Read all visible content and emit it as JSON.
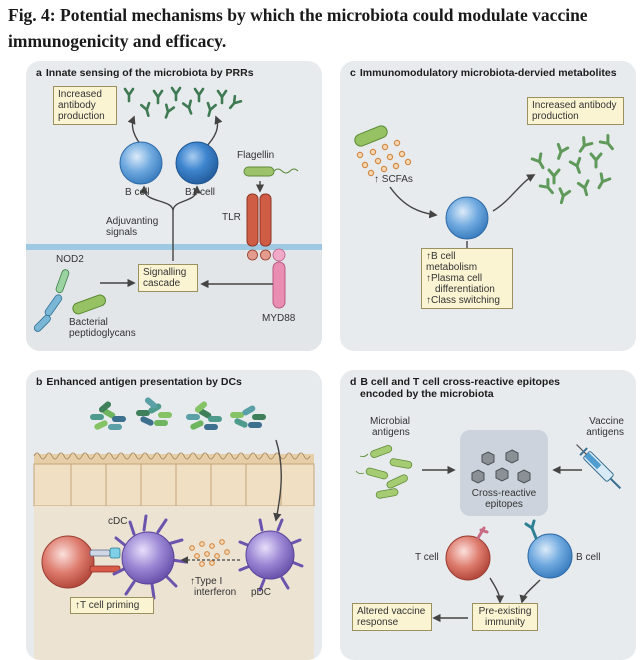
{
  "figure": {
    "title": "Fig. 4: Potential mechanisms by which the microbiota could modulate vaccine immunogenicity and efficacy."
  },
  "panel_a": {
    "letter": "a",
    "title": "Innate sensing of the microbiota by PRRs",
    "increased_antibody": [
      "Increased",
      "antibody",
      "production"
    ],
    "b_cell": "B cell",
    "b1_cell": "B1 cell",
    "flagellin": "Flagellin",
    "adjuvanting": [
      "Adjuvanting",
      "signals"
    ],
    "tlr": "TLR",
    "nod2": "NOD2",
    "signalling": [
      "Signalling",
      "cascade"
    ],
    "bacterial": [
      "Bacterial",
      "peptidoglycans"
    ],
    "myd88": "MYD88"
  },
  "panel_b": {
    "letter": "b",
    "title": "Enhanced antigen presentation by DCs",
    "cdc": "cDC",
    "type1": [
      "↑Type I",
      "interferon"
    ],
    "pdc": "pDC",
    "t_priming": "↑T cell priming"
  },
  "panel_c": {
    "letter": "c",
    "title": "Immunomodulatory microbiota-dervied metabolites",
    "increased_antibody": [
      "Increased antibody",
      "production"
    ],
    "scfas": "↑ SCFAs",
    "effects": [
      "↑B cell metabolism",
      "↑Plasma cell",
      "differentiation",
      "↑Class switching"
    ]
  },
  "panel_d": {
    "letter": "d",
    "title": [
      "B cell and T cell cross-reactive epitopes",
      "encoded by the microbiota"
    ],
    "microbial": [
      "Microbial",
      "antigens"
    ],
    "vaccine": [
      "Vaccine",
      "antigens"
    ],
    "cross": [
      "Cross-reactive",
      "epitopes"
    ],
    "t_cell": "T cell",
    "b_cell": "B cell",
    "altered": [
      "Altered vaccine",
      "response"
    ],
    "preexisting": [
      "Pre-existing",
      "immunity"
    ]
  },
  "colors": {
    "panel_bg": "#e7ebee",
    "box_fill": "#fbf4d3",
    "b_cell_blue": "#4f95d4",
    "antibody_green": "#3f7a53",
    "receptor_red": "#c85a45",
    "myd88_pink": "#e58db0",
    "dc_purple": "#8a74c6",
    "t_cell_red": "#d46a5c",
    "bacteria_green": "#86b35c",
    "scfa_orange": "#d99658",
    "epithelium": "#f1dfc3"
  },
  "icons": [
    "antibody-icon",
    "bacterium-icon",
    "syringe-icon",
    "dendritic-cell-icon",
    "virus-epitope-icon"
  ]
}
